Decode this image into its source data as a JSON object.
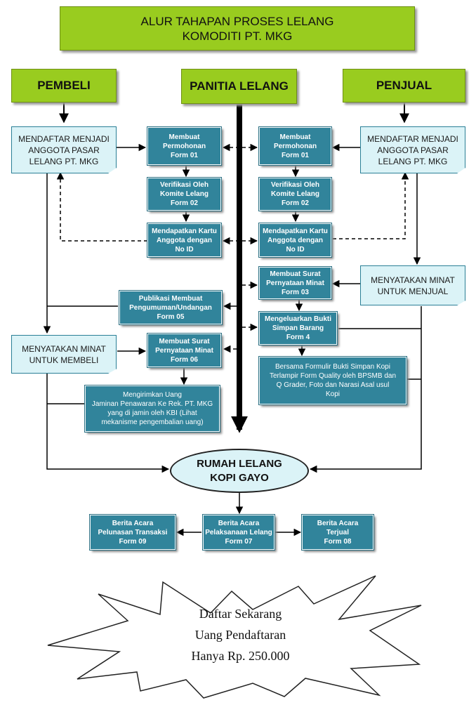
{
  "title": "ALUR TAHAPAN PROSES LELANG\nKOMODITI PT. MKG",
  "headers": {
    "pembeli": "PEMBELI",
    "panitia": "PANITIA LELANG",
    "penjual": "PENJUAL"
  },
  "pembeli": {
    "daftar": "MENDAFTAR MENJADI\nANGGOTA PASAR\nLELANG PT. MKG",
    "minat": "MENYATAKAN MINAT\nUNTUK MEMBELI"
  },
  "penjual": {
    "daftar": "MENDAFTAR MENJADI\nANGGOTA PASAR\nLELANG PT. MKG",
    "minat": "MENYATAKAN MINAT\nUNTUK MENJUAL"
  },
  "panitia_left": {
    "permohonan": "Membuat\nPermohonan\nForm 01",
    "verifikasi": "Verifikasi Oleh\nKomite Lelang\nForm 02",
    "kartu": "Mendapatkan Kartu\nAnggota dengan\nNo ID",
    "publikasi": "Publikasi Membuat\nPengumuman/Undangan\nForm 05",
    "surat_beli": "Membuat Surat\nPernyataan Minat\nForm 06",
    "jaminan": "Mengirimkan Uang\nJaminan Penawaran Ke Rek. PT. MKG\nyang di jamin oleh KBI (Lihat\nmekanisme pengembalian uang)"
  },
  "panitia_right": {
    "permohonan": "Membuat\nPermohonan\nForm 01",
    "verifikasi": "Verifikasi Oleh\nKomite Lelang\nForm 02",
    "kartu": "Mendapatkan Kartu\nAnggota dengan\nNo ID",
    "surat_jual": "Membuat Surat\nPernyataan Minat\nForm 03",
    "bukti": "Mengeluarkan Bukti\nSimpan Barang\nForm 4",
    "formulir": "Bersama Formulir Bukti Simpan Kopi\nTerlampir Form Quality oleh BPSMB dan\nQ Grader, Foto dan  Narasi Asal usul\nKopi"
  },
  "rumah_lelang": "RUMAH LELANG\nKOPI GAYO",
  "berita": {
    "pelunasan": "Berita Acara\nPelunasan Transaksi\nForm 09",
    "pelaksanaan": "Berita Acara\nPelaksanaan Lelang\nForm 07",
    "terjual": "Berita Acara\nTerjual\nForm 08"
  },
  "promo": {
    "line1": "Daftar Sekarang",
    "line2": "Uang Pendaftaran",
    "line3": "Hanya Rp. 250.000"
  },
  "colors": {
    "header_green": "#99cc1f",
    "process_teal": "#31849b",
    "light_box": "#dbf3f7",
    "line": "#000000"
  }
}
